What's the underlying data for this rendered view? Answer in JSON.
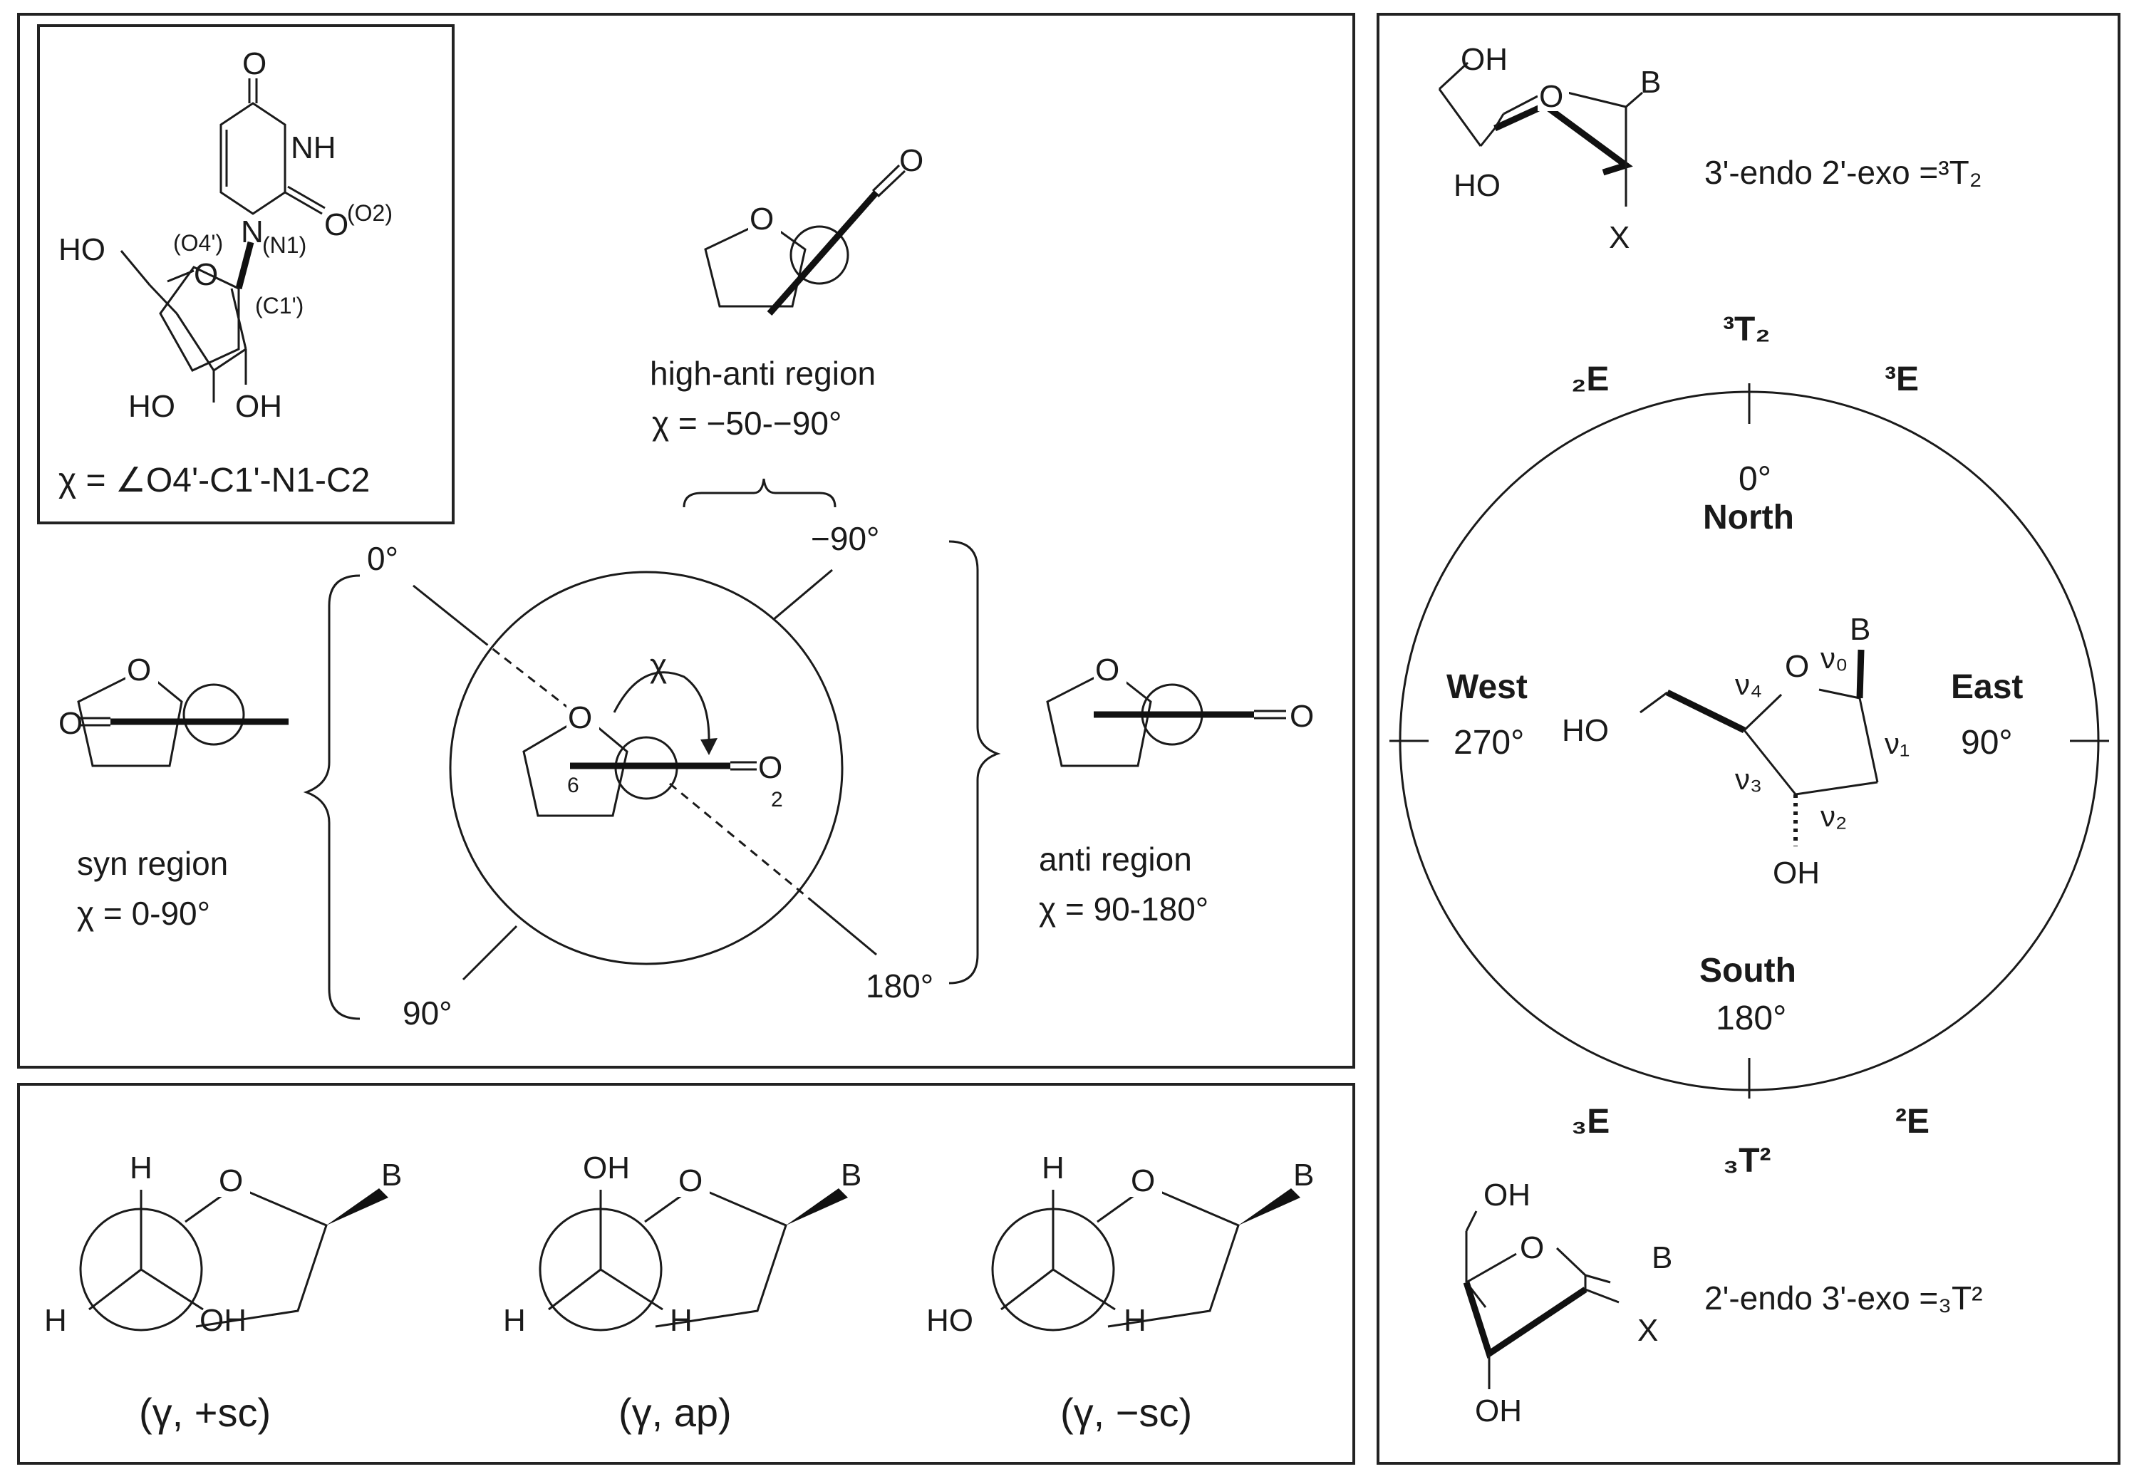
{
  "nucleoside": {
    "o4": "O",
    "nh": "NH",
    "o2": "O",
    "o2_label": "(O2)",
    "n1_atom": "N",
    "n1_label": "(N1)",
    "o4p_label": "(O4')",
    "ring_o": "O",
    "c1p_label": "(C1')",
    "ho5": "HO",
    "ho3": "HO",
    "oh2": "OH",
    "chi_def": "χ = ∠O4'-C1'-N1-C2"
  },
  "high_anti": {
    "o_ring": "O",
    "o_sub": "O",
    "name": "high-anti region",
    "range": "χ = −50-−90°"
  },
  "syn": {
    "o_ring": "O",
    "o_sub": "O",
    "name": "syn region",
    "range": "χ = 0-90°"
  },
  "anti": {
    "o_ring": "O",
    "o_sub": "O",
    "name": "anti region",
    "range": "χ = 90-180°"
  },
  "chi_wheel": {
    "o_ring": "O",
    "o_sub": "O",
    "chi": "χ",
    "label_6": "6",
    "label_2": "2",
    "deg_0": "0°",
    "deg_m90": "−90°",
    "deg_90": "90°",
    "deg_180": "180°"
  },
  "gamma": [
    {
      "top": "H",
      "left": "H",
      "right": "OH",
      "o": "O",
      "b": "B",
      "caption": "(γ, +sc)"
    },
    {
      "top": "OH",
      "left": "H",
      "right": "H",
      "o": "O",
      "b": "B",
      "caption": "(γ, ap)"
    },
    {
      "top": "H",
      "left": "HO",
      "right": "H",
      "o": "O",
      "b": "B",
      "caption": "(γ, −sc)"
    }
  ],
  "pseudorotation": {
    "north_conf": {
      "oh": "OH",
      "ho": "HO",
      "o": "O",
      "b": "B",
      "x": "X",
      "label": "3'-endo 2'-exo =³T₂"
    },
    "south_conf": {
      "oh": "OH",
      "ho": "OH",
      "o": "O",
      "b": "B",
      "x": "X",
      "label": "2'-endo 3'-exo =₃T²"
    },
    "top_T": "³T₂",
    "top_left_E": "₂E",
    "top_right_E": "³E",
    "bottom_T": "₃T²",
    "bottom_left_E": "₃E",
    "bottom_right_E": "²E",
    "north_deg": "0°",
    "north": "North",
    "south": "South",
    "south_deg": "180°",
    "west": "West",
    "west_deg": "270°",
    "east": "East",
    "east_deg": "90°",
    "center": {
      "b": "B",
      "o": "O",
      "ho": "HO",
      "oh": "OH",
      "nu0": "ν₀",
      "nu1": "ν₁",
      "nu2": "ν₂",
      "nu3": "ν₃",
      "nu4": "ν₄"
    }
  }
}
